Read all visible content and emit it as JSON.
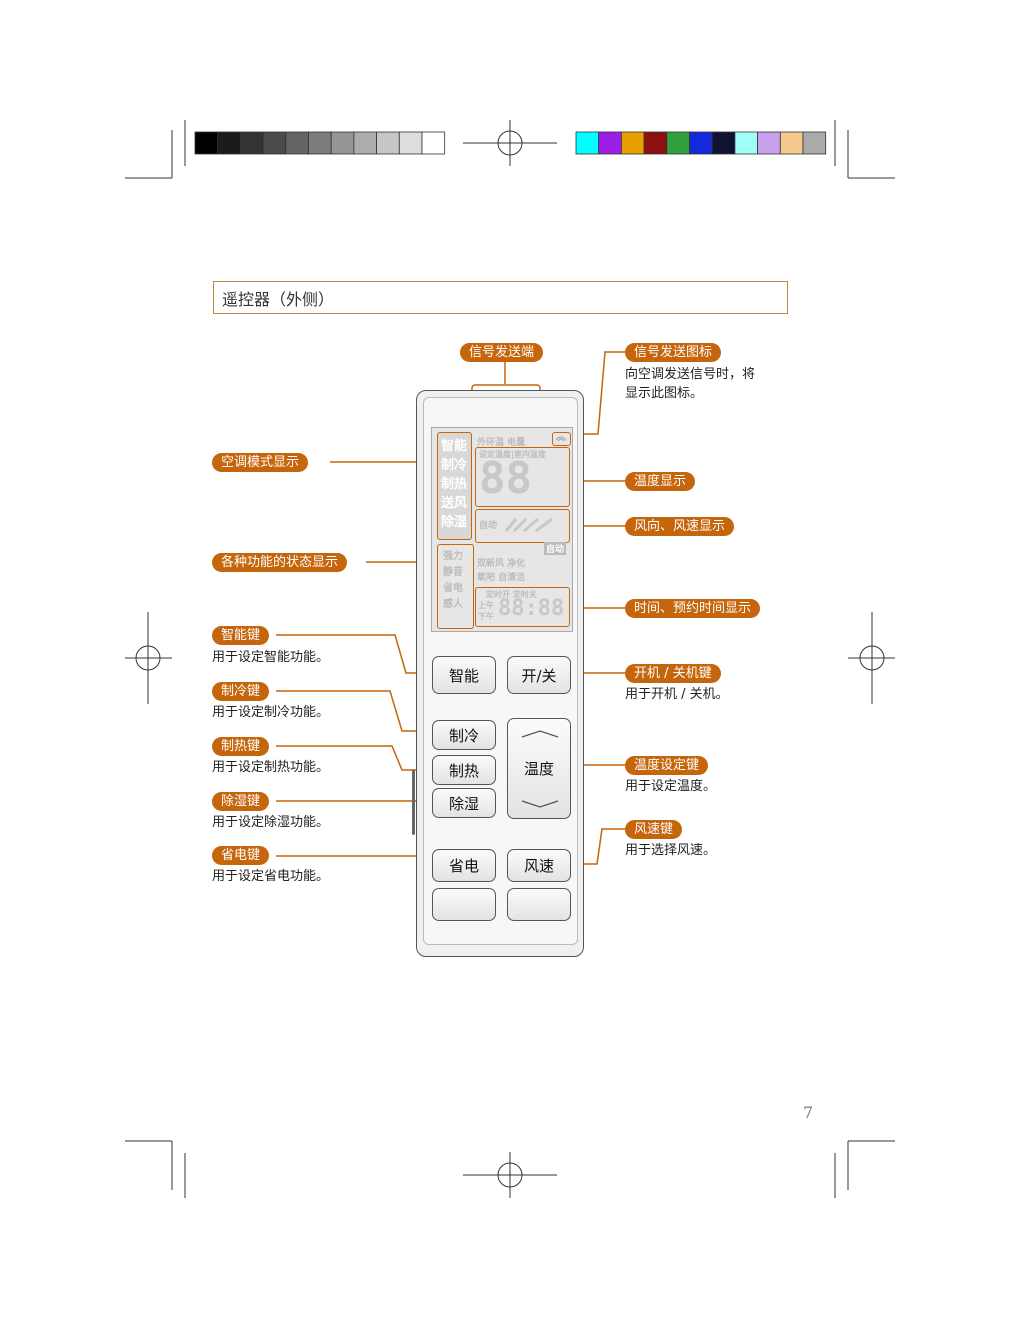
{
  "section_title": "遥控器（外侧）",
  "page_number": "7",
  "color_bar": {
    "grays": [
      "#000000",
      "#1b1b1b",
      "#333333",
      "#4b4b4b",
      "#646464",
      "#7c7c7c",
      "#959595",
      "#adadad",
      "#c6c6c6",
      "#dedede",
      "#ffffff"
    ],
    "colors": [
      "#00ffff",
      "#9b1ee6",
      "#e6a000",
      "#8c1010",
      "#32a03c",
      "#1428dc",
      "#111133",
      "#a0fff5",
      "#c8a0f0",
      "#f5c88c",
      "#aaaaaa"
    ]
  },
  "labels": {
    "signal_port": "信号发送端",
    "signal_icon": "信号发送图标",
    "signal_icon_desc1": "向空调发送信号时，将",
    "signal_icon_desc2": "显示此图标。",
    "mode_display": "空调模式显示",
    "temp_display": "温度显示",
    "fan_display": "风向、风速显示",
    "status_display": "各种功能的状态显示",
    "time_display": "时间、预约时间显示",
    "smart_key": "智能键",
    "smart_key_desc": "用于设定智能功能。",
    "cool_key": "制冷键",
    "cool_key_desc": "用于设定制冷功能。",
    "heat_key": "制热键",
    "heat_key_desc": "用于设定制热功能。",
    "dry_key": "除湿键",
    "dry_key_desc": "用于设定除湿功能。",
    "save_key": "省电键",
    "save_key_desc": "用于设定省电功能。",
    "power_key": "开机 / 关机键",
    "power_key_desc": "用于开机 / 关机。",
    "temp_set_key": "温度设定键",
    "temp_set_key_desc": "用于设定温度。",
    "fan_key": "风速键",
    "fan_key_desc": "用于选择风速。"
  },
  "remote": {
    "btn_smart": "智能",
    "btn_power": "开/关",
    "btn_cool": "制冷",
    "btn_heat": "制热",
    "btn_dry": "除湿",
    "btn_temp": "温度",
    "btn_save": "省电",
    "btn_fan": "风速",
    "lcd": {
      "modes": [
        "智能",
        "制冷",
        "制热",
        "送风",
        "除湿"
      ],
      "top_text": "外环温 电量",
      "set_temp_text": "设定温度|室内温度",
      "temp_digits": "88",
      "auto": "自动",
      "status_items": [
        "强力",
        "静音",
        "省电",
        "感人"
      ],
      "func_row1": "双新风 净化",
      "func_row2": "氧吧 自清洁",
      "timer_text": "定时开 定时关",
      "am": "上午",
      "pm": "下午",
      "time_digits": "88:88"
    }
  }
}
